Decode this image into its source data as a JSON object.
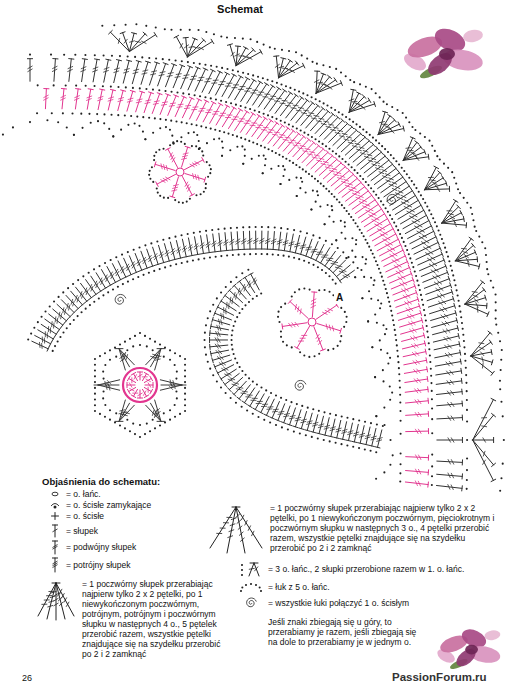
{
  "diagram": {
    "title": "Schemat",
    "labels": [
      "Objaśnienia do schematu:",
      "Jeśli znaki zbiegają się u góry, to przerabiamy je razem, jeśli zbiegają się na dole to przerabiamy je w jednym o.",
      "26",
      "PassionForum.ru",
      "A"
    ],
    "legend": [
      {
        "text": "= o. łańc."
      },
      {
        "text": "= o. ścisłe zamykające"
      },
      {
        "text": "= o. ścisłe"
      },
      {
        "text": "= słupek"
      },
      {
        "text": "= podwójny słupek"
      },
      {
        "text": "= potrójny słupek"
      },
      {
        "text": "= 1 poczwórny słupek przerabiając najpierw tylko 2 x 2 pętelki, po 1 niewykończonym poczwórnym, potrójnym, potrójnym i poczwórnym słupku w następnych 4 o., 5 pętelek przerobić razem, wszystkie pętelki znajdujące się na szydełku przerobić po 2 i 2 zamknąć"
      },
      {
        "text": "= 1 poczwórny słupek przerabiając najpierw tylko 2 x 2 pętelki, po 1 niewykończonym poczwórnym, pięciokrotnym i poczwórnym słupku w następnych 3 o., 4 pętelki przerobić razem, wszystkie pętelki znajdujące się na szydełku przerobić po 2 i 2 zamknąć"
      },
      {
        "text": "= 3 o. łańc., 2 słupki przerobione razem w 1. o. łańc."
      },
      {
        "text": "= łuk z 5 o. łańc."
      },
      {
        "text": "= wszystkie łuki połączyć 1 o. ścisłym"
      }
    ]
  }
}
